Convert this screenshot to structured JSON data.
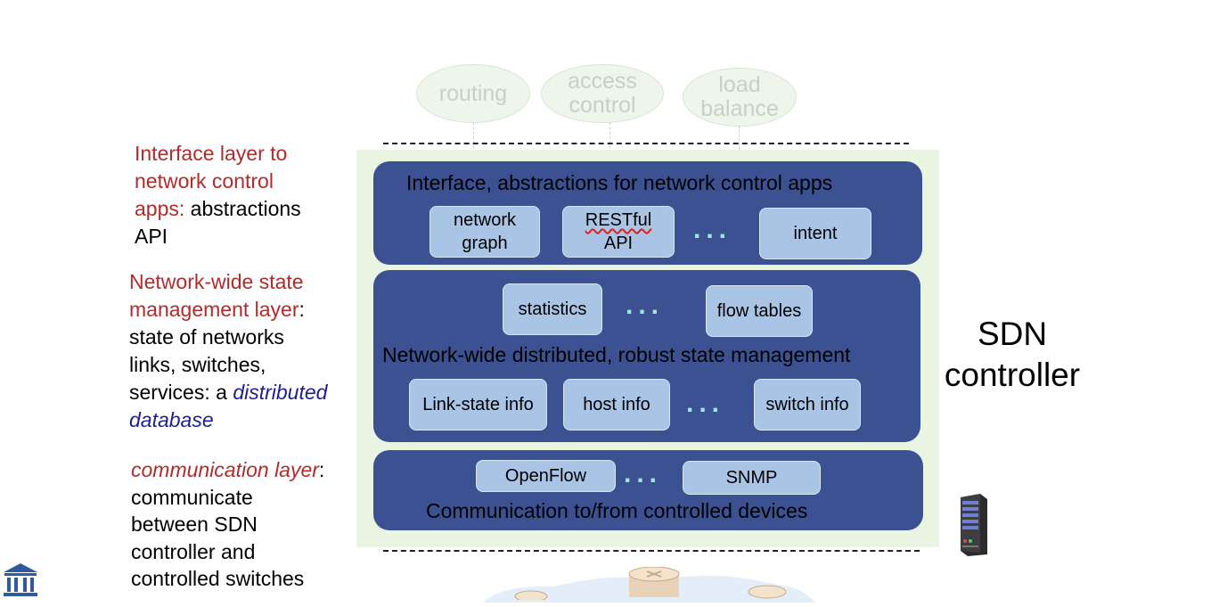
{
  "apps": [
    {
      "label": "routing"
    },
    {
      "label_line1": "access",
      "label_line2": "control"
    },
    {
      "label_line1": "load",
      "label_line2": "balance"
    }
  ],
  "controller_label_line1": "SDN",
  "controller_label_line2": "controller",
  "interface_layer": {
    "title": "Interface, abstractions for network control apps",
    "chips": [
      {
        "line1": "network",
        "line2": "graph"
      },
      {
        "line1": "RESTful",
        "line2": "API"
      },
      {
        "line1": "intent"
      }
    ],
    "ellipsis": "..."
  },
  "state_layer": {
    "title": "Network-wide distributed, robust  state management",
    "top_chips": [
      "statistics",
      "flow tables"
    ],
    "bottom_chips": [
      "Link-state info",
      "host info",
      "switch info"
    ],
    "ellipsis": "..."
  },
  "comm_layer": {
    "title": "Communication to/from controlled devices",
    "chips": [
      "OpenFlow",
      "SNMP"
    ],
    "ellipsis": "..."
  },
  "side_notes": {
    "interface": {
      "red_line1": "Interface layer to",
      "red_line2": "network control",
      "red_line3": "apps:",
      "black_tail": " abstractions",
      "black_line4": "API"
    },
    "state": {
      "red_line1": "Network-wide state",
      "red_line2": "management layer",
      "colon": ":",
      "line3": "state of networks",
      "line4": "links, switches,",
      "line5": "services: a ",
      "blue_part1": "distributed",
      "blue_part2": "database"
    },
    "comm": {
      "red_italic": "communication layer",
      "colon": ":",
      "line2": "communicate",
      "line3": "between SDN",
      "line4": "controller and",
      "line5": "controlled switches"
    }
  },
  "icons": [
    "server-icon",
    "institution-icon",
    "router-icon"
  ],
  "colors": {
    "layer_fill": "#3b5191",
    "chip_fill": "#a9c4e4",
    "controller_bg": "#eaf4e3",
    "accent_red": "#b22b2b",
    "accent_blue": "#1d1f8f",
    "dots": "#9fe6e6"
  }
}
